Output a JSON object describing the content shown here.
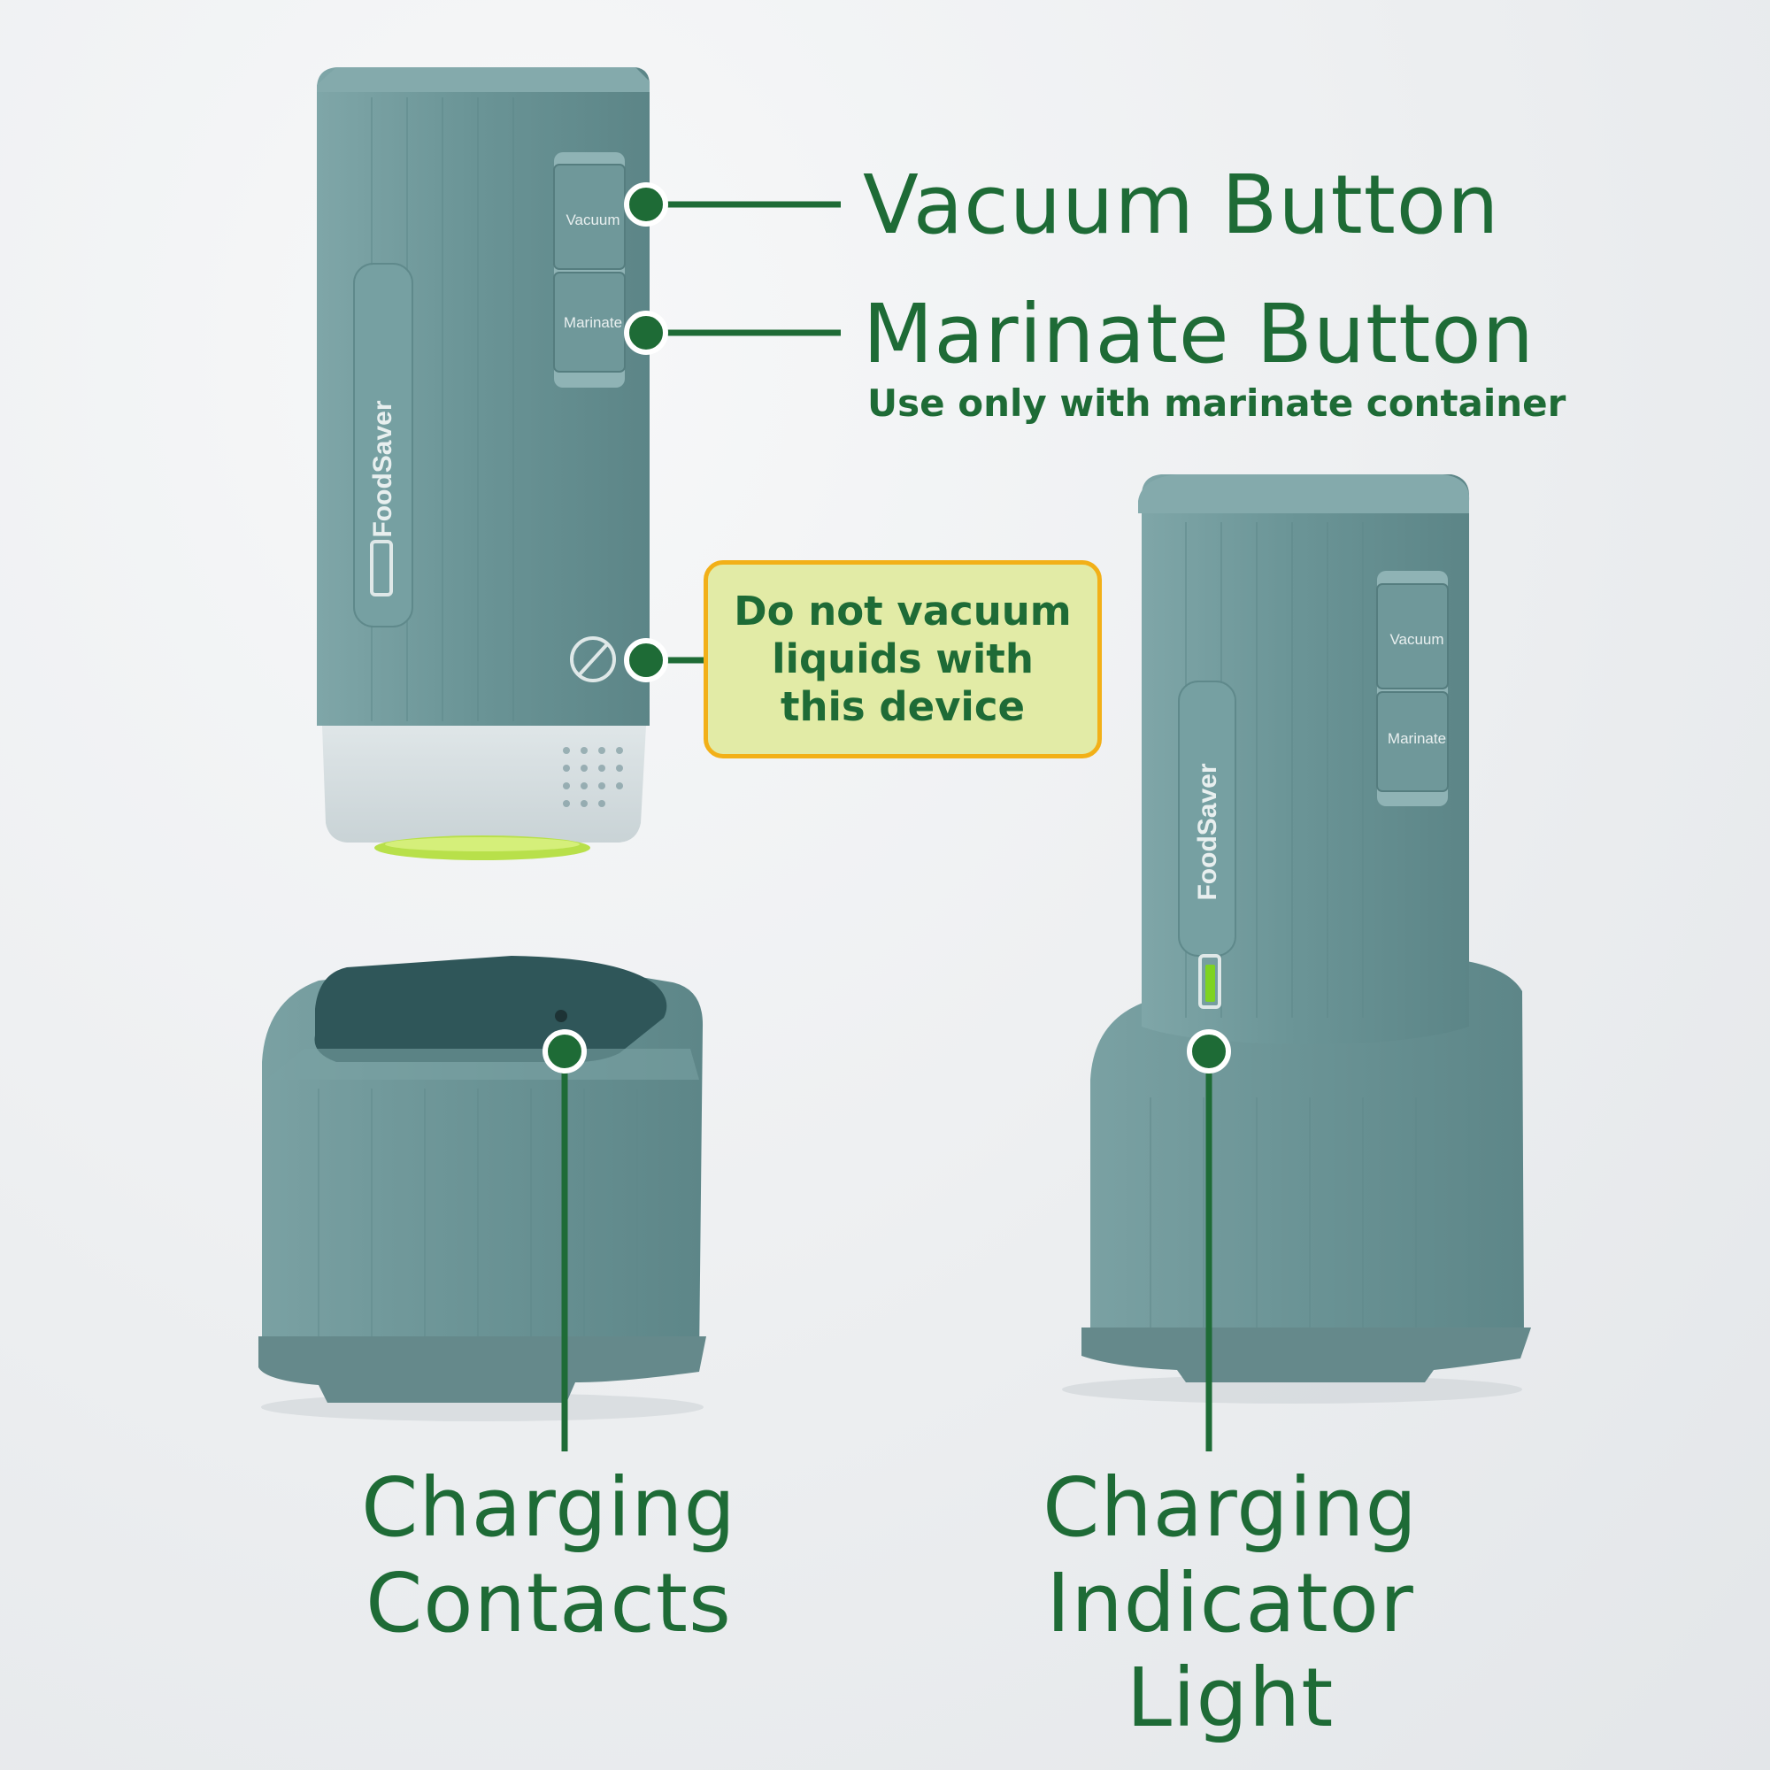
{
  "labels": {
    "vacuum_button": "Vacuum Button",
    "marinate_button": "Marinate Button",
    "marinate_note": "Use only with marinate container",
    "warning": "Do not vacuum liquids with this device",
    "charging_contacts_1": "Charging",
    "charging_contacts_2": "Contacts",
    "charging_indicator_1": "Charging",
    "charging_indicator_2": "Indicator",
    "charging_indicator_3": "Light"
  },
  "device": {
    "brand": "FoodSaver",
    "button_vacuum": "Vacuum",
    "button_marinate": "Marinate"
  },
  "colors": {
    "label_green": "#1e6b36",
    "device_body": "#6f9a9c",
    "warning_fill": "#e2eba6",
    "warning_border": "#f2b018",
    "indicator_light": "#7ed321"
  }
}
